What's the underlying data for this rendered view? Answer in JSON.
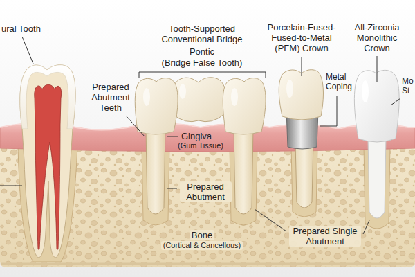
{
  "diagram": {
    "labels": [
      "ural Tooth",
      "Tooth-Supported Conventional Bridge",
      "Pontic",
      "(Bridge False Tooth)",
      "Porcelain-Fused- Fused-to-Metal (PFM) Crown",
      "Metal Coping",
      "All-Zirconia Monolithic Crown",
      "Mo St",
      "Prepared Abutment Teeth",
      "Gingiva",
      "(Gum Tissue)",
      "Prepared Abutment",
      "Prepared Single Abutment",
      "Bone",
      "(Cortical & Cancellous)"
    ]
  }
}
